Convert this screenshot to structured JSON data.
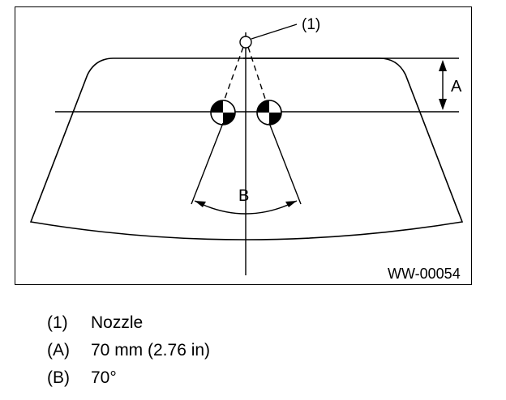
{
  "figure": {
    "code": "WW-00054",
    "callout_label": "(1)",
    "dimension_a_label": "A",
    "dimension_b_label": "B"
  },
  "legend": [
    {
      "key": "(1)",
      "text": "Nozzle"
    },
    {
      "key": "(A)",
      "text": "70 mm (2.76 in)"
    },
    {
      "key": "(B)",
      "text": "70°"
    }
  ]
}
